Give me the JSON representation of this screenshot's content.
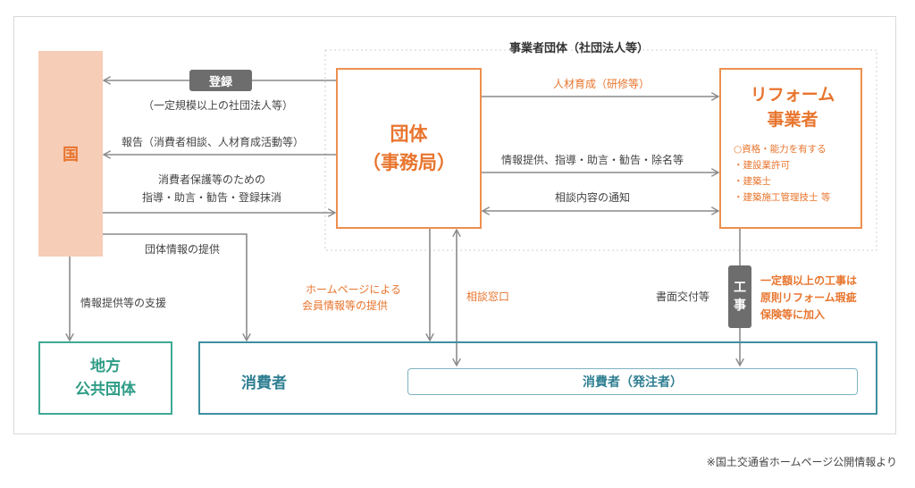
{
  "group_label": "事業者団体（社団法人等）",
  "nodes": {
    "kuni": "国",
    "dantai_line1": "団体",
    "dantai_line2": "（事務局）",
    "reform_line1": "リフォーム",
    "reform_line2": "事業者",
    "reform_list": [
      "○資格・能力を有する",
      "・建設業許可",
      "・建築士",
      "・建築施工管理技士 等"
    ],
    "chiho_line1": "地方",
    "chiho_line2": "公共団体",
    "shohisha": "消費者",
    "hatchu": "消費者（発注者）"
  },
  "labels": {
    "toroku_badge": "登録",
    "toroku_note": "（一定規模以上の社団法人等）",
    "hokoku": "報告（消費者相談、人材育成活動等）",
    "shido_line1": "消費者保護等のための",
    "shido_line2": "指導・助言・勧告・登録抹消",
    "dantai_joho": "団体情報の提供",
    "shien": "情報提供等の支援",
    "jinzai": "人材育成（研修等）",
    "joho_teikyo": "情報提供、指導・助言・勧告・除名等",
    "soudan_tsuchi": "相談内容の通知",
    "homepage_line1": "ホームページによる",
    "homepage_line2": "会員情報等の提供",
    "soudan_madoguchi": "相談窓口",
    "shomen": "書面交付等",
    "koji_1": "工",
    "koji_2": "事",
    "hoken_line1": "一定額以上の工事は",
    "hoken_line2": "原則リフォーム瑕疵",
    "hoken_line3": "保険等に加入"
  },
  "source_note": "※国土交通省ホームページ公開情報より",
  "colors": {
    "orange": "#e8752e",
    "orange_border": "#ed8f4f",
    "kuni_fill": "#f6cdb7",
    "teal": "#3ea995",
    "blue_teal": "#3e8fa0",
    "arrow_gray": "#8a8a8a",
    "badge_gray": "#6d6d6d"
  }
}
